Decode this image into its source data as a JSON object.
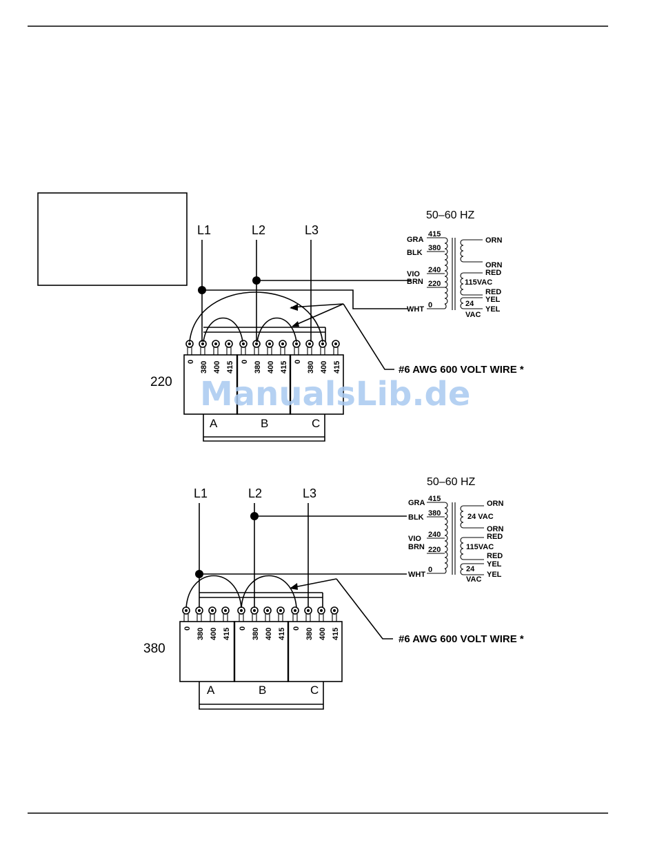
{
  "diagram_220": {
    "voltage": "220",
    "frequency": "50–60 HZ",
    "lines": [
      "L1",
      "L2",
      "L3"
    ],
    "taps": [
      "0",
      "380",
      "400",
      "415"
    ],
    "units": [
      "A",
      "B",
      "C"
    ],
    "wire_note": "#6 AWG 600 VOLT WIRE *",
    "primary_wires": [
      "GRA",
      "BLK",
      "VIO",
      "BRN",
      "WHT"
    ],
    "primary_taps": [
      "415",
      "380",
      "240",
      "220",
      "0"
    ],
    "secondary": [
      "ORN",
      "ORN",
      "RED",
      "115VAC",
      "RED",
      "YEL",
      "24",
      "VAC",
      "YEL"
    ]
  },
  "diagram_380": {
    "voltage": "380",
    "frequency": "50–60 HZ",
    "lines": [
      "L1",
      "L2",
      "L3"
    ],
    "taps": [
      "0",
      "380",
      "400",
      "415"
    ],
    "units": [
      "A",
      "B",
      "C"
    ],
    "wire_note": "#6 AWG 600 VOLT WIRE *",
    "primary_wires": [
      "GRA",
      "BLK",
      "VIO",
      "BRN",
      "WHT"
    ],
    "primary_taps": [
      "415",
      "380",
      "240",
      "220",
      "0"
    ],
    "secondary": [
      "ORN",
      "24 VAC",
      "ORN",
      "RED",
      "115VAC",
      "RED",
      "YEL",
      "24",
      "VAC",
      "YEL"
    ]
  },
  "watermark": "ManualsLib.de"
}
